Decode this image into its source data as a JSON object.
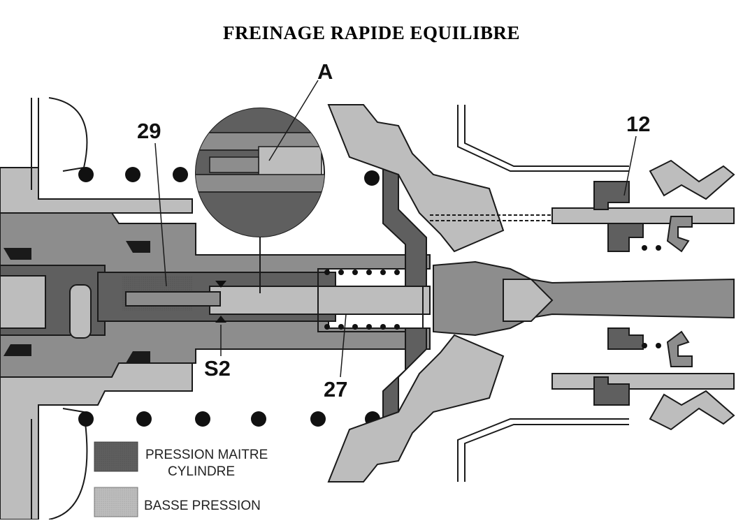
{
  "title": "FREINAGE RAPIDE EQUILIBRE",
  "labels": {
    "A": "A",
    "n29": "29",
    "n12": "12",
    "S2": "S2",
    "n27": "27"
  },
  "legend": [
    {
      "line1": "PRESSION MAITRE",
      "line2": "CYLINDRE",
      "color": "#5f5f5f"
    },
    {
      "line1": "BASSE PRESSION",
      "line2": "",
      "color": "#bdbdbd"
    }
  ],
  "colors": {
    "master_cylinder_pressure": "#5f5f5f",
    "low_pressure": "#bdbdbd",
    "mid_gray": "#8d8d8d",
    "outline": "#1a1a1a"
  }
}
